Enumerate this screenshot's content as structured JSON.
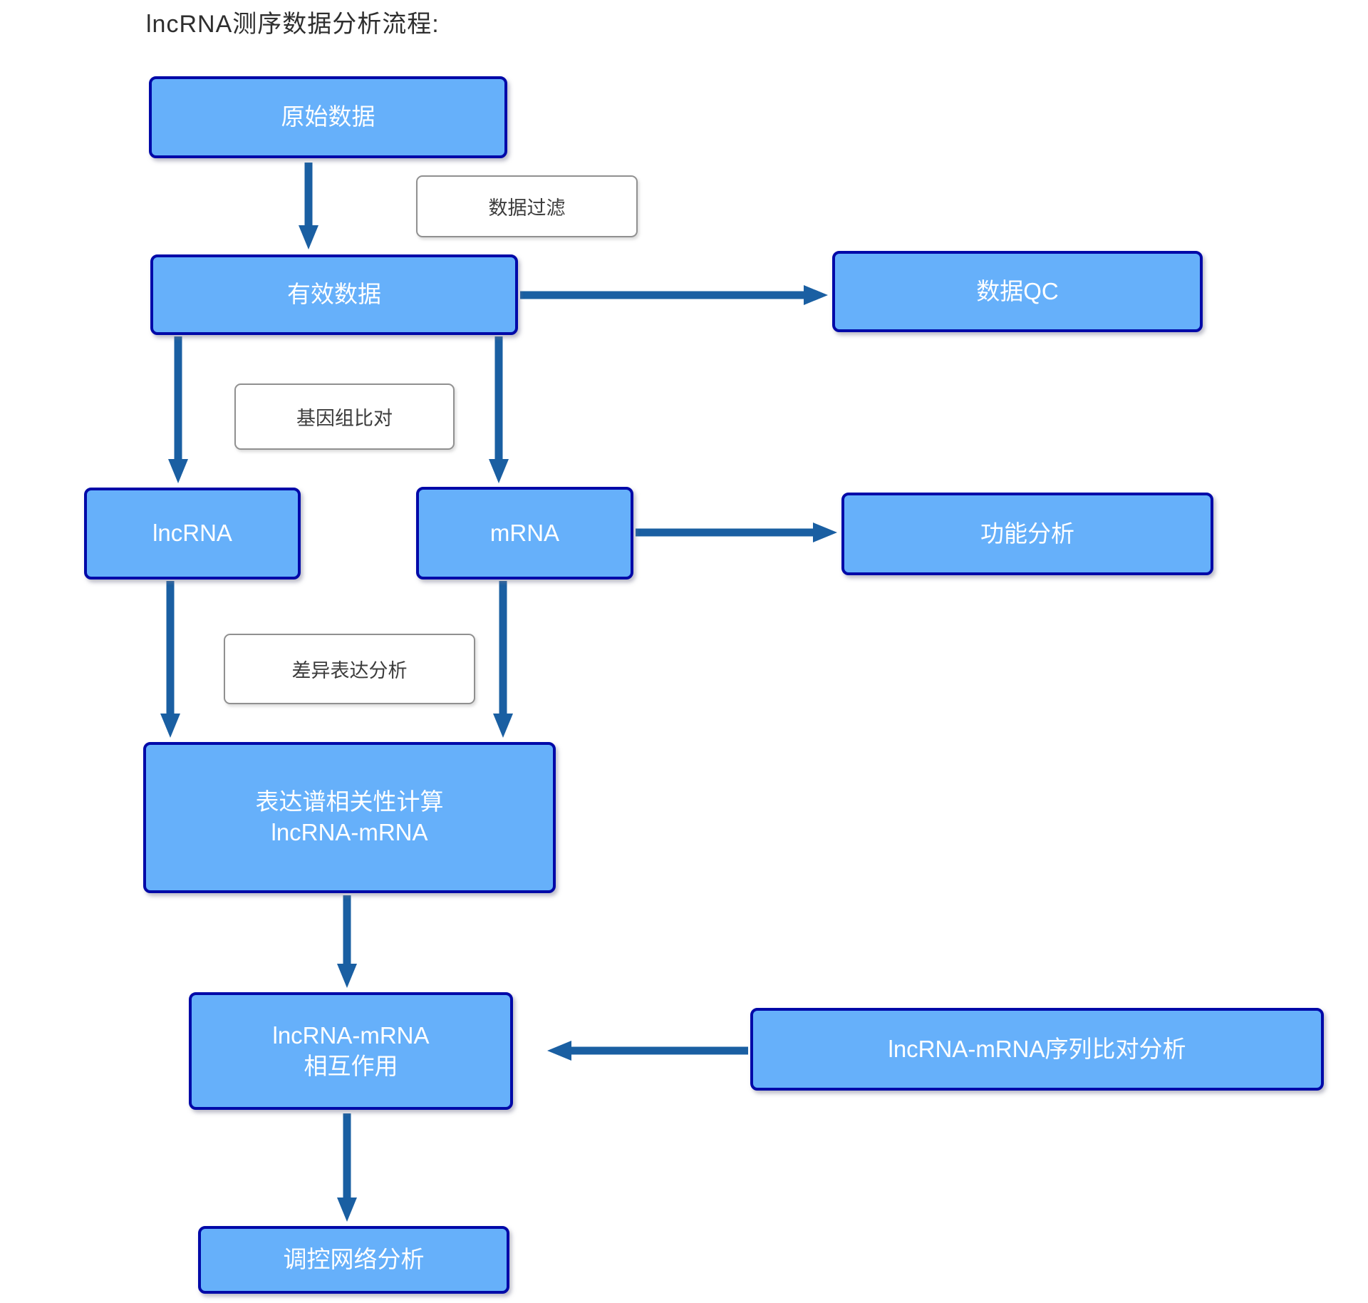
{
  "title": "lncRNA测序数据分析流程:",
  "nodes": {
    "raw_data": {
      "label": "原始数据"
    },
    "valid_data": {
      "label": "有效数据"
    },
    "data_qc": {
      "label": "数据QC"
    },
    "lncrna": {
      "label": "lncRNA"
    },
    "mrna": {
      "label": "mRNA"
    },
    "functional_analysis": {
      "label": "功能分析"
    },
    "correlation": {
      "line1": "表达谱相关性计算",
      "line2": "lncRNA-mRNA"
    },
    "interaction": {
      "line1": "lncRNA-mRNA",
      "line2": "相互作用"
    },
    "seq_align": {
      "label": "lncRNA-mRNA序列比对分析"
    },
    "network": {
      "label": "调控网络分析"
    }
  },
  "edge_labels": {
    "filter": "数据过滤",
    "genome_align": "基因组比对",
    "diff_expr": "差异表达分析"
  },
  "colors": {
    "node_fill": "#66b0fa",
    "node_border": "#0009a8",
    "arrow": "#1a5fa2",
    "label_border": "#909090",
    "title_text": "#2e2e2e"
  }
}
